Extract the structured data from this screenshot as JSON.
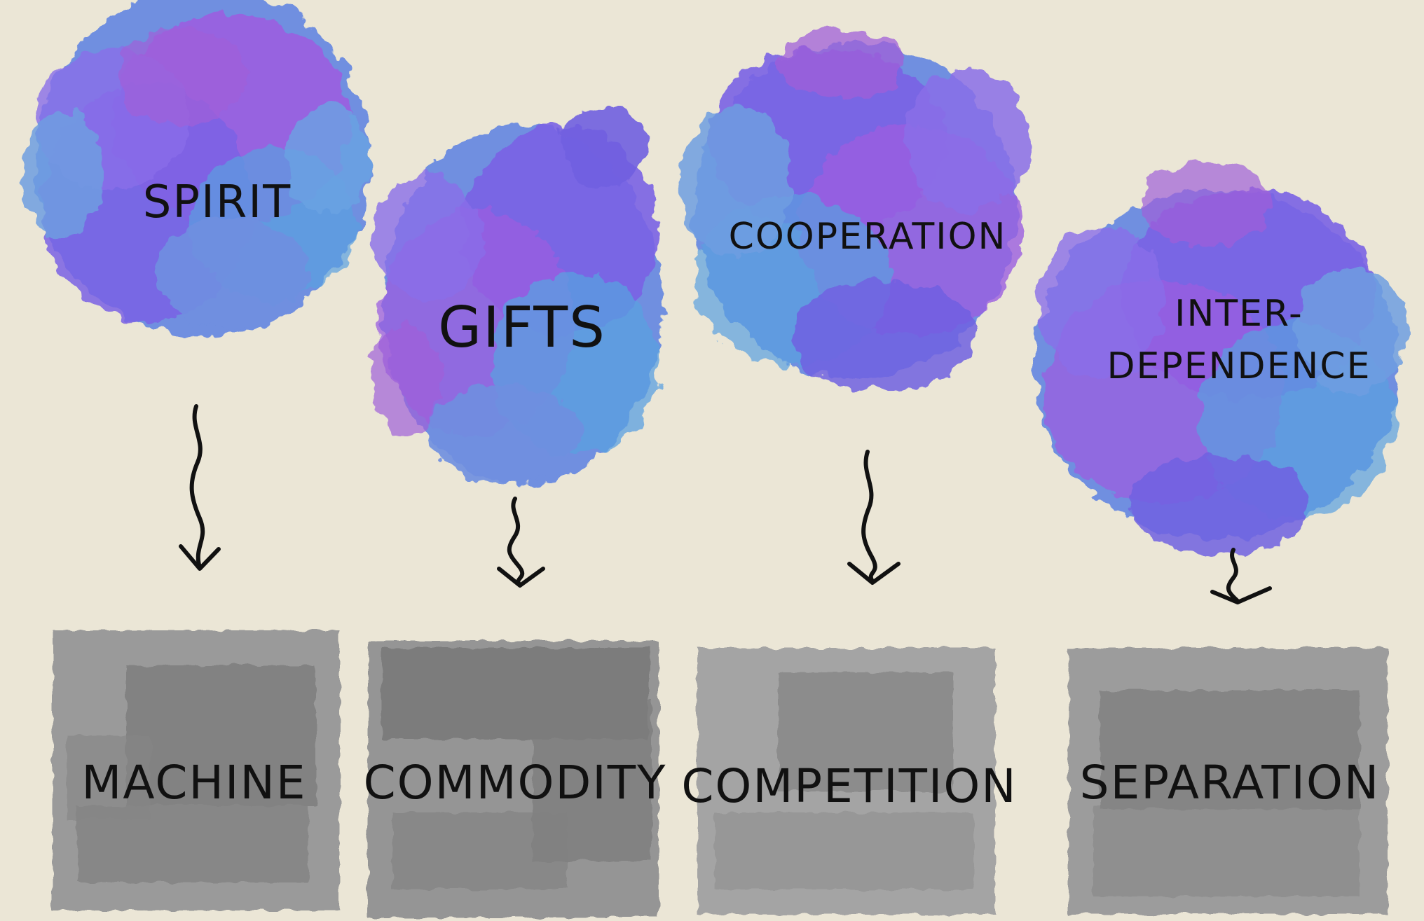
{
  "colors": {
    "background": "#ebe6d6",
    "cloud_purple": "#9b5ee0",
    "cloud_blue": "#6f8fe0",
    "cloud_violet": "#7a62e4",
    "box_gray": "#8f8f8f",
    "box_dark": "#6f6f6f",
    "ink": "#111111"
  },
  "pairs": [
    {
      "top": "SPIRIT",
      "bottom": "MACHINE"
    },
    {
      "top": "GIFTS",
      "bottom": "COMMODITY"
    },
    {
      "top": "COOPERATION",
      "bottom": "COMPETITION"
    },
    {
      "top_line1": "INTER-",
      "top_line2": "DEPENDENCE",
      "bottom": "SEPARATION"
    }
  ]
}
